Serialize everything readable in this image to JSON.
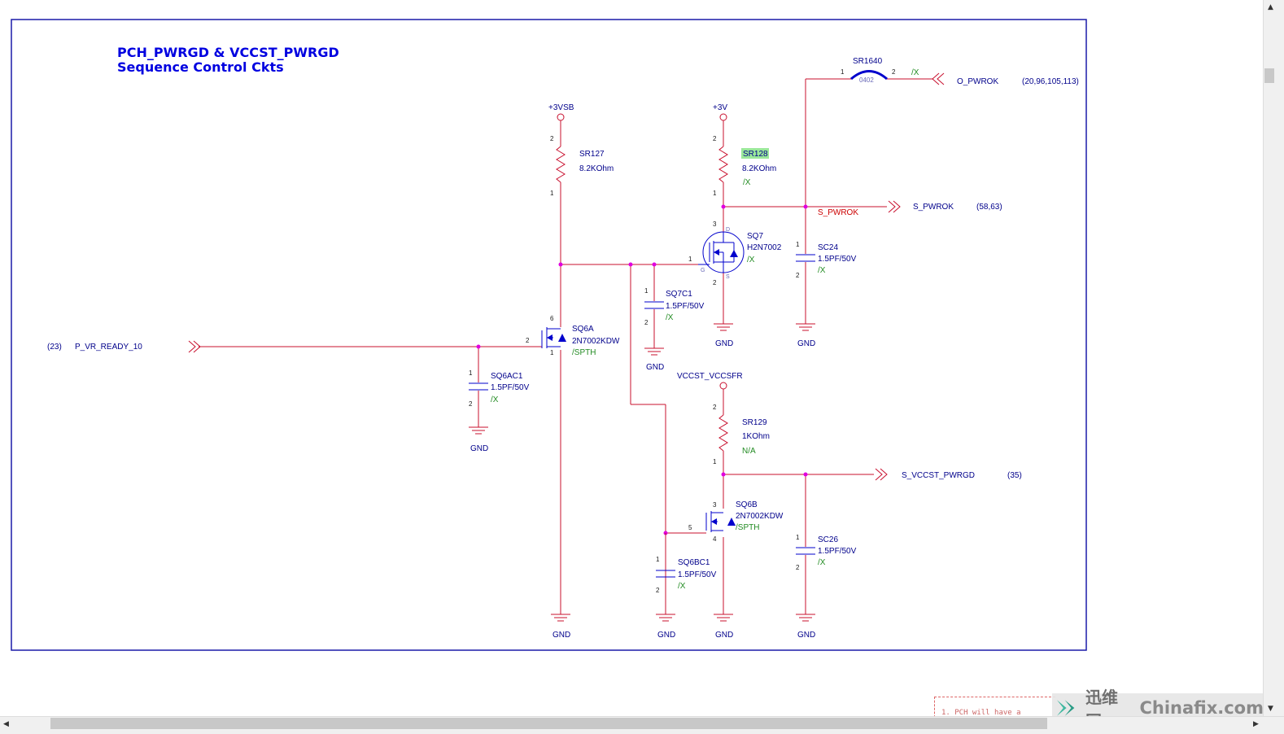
{
  "title_line1": "PCH_PWRGD & VCCST_PWRGD",
  "title_line2": "Sequence Control Ckts",
  "rails": {
    "v3vsb": "+3VSB",
    "v3v": "+3V",
    "vccst": "VCCST_VCCSFR"
  },
  "gnd": "GND",
  "parts": {
    "sr1640": {
      "ref": "SR1640",
      "pkg": "0402",
      "opt": "/X"
    },
    "sr127": {
      "ref": "SR127",
      "value": "8.2KOhm"
    },
    "sr128": {
      "ref": "SR128",
      "value": "8.2KOhm",
      "opt": "/X"
    },
    "sr129": {
      "ref": "SR129",
      "value": "1KOhm",
      "opt": "N/A"
    },
    "sq7": {
      "ref": "SQ7",
      "value": "H2N7002",
      "opt": "/X"
    },
    "sq6a": {
      "ref": "SQ6A",
      "value": "2N7002KDW",
      "opt": "/SPTH"
    },
    "sq6b": {
      "ref": "SQ6B",
      "value": "2N7002KDW",
      "opt": "/SPTH"
    },
    "sc24": {
      "ref": "SC24",
      "value": "1.5PF/50V",
      "opt": "/X"
    },
    "sc26": {
      "ref": "SC26",
      "value": "1.5PF/50V",
      "opt": "/X"
    },
    "sq7c1": {
      "ref": "SQ7C1",
      "value": "1.5PF/50V",
      "opt": "/X"
    },
    "sq6ac1": {
      "ref": "SQ6AC1",
      "value": "1.5PF/50V",
      "opt": "/X"
    },
    "sq6bc1": {
      "ref": "SQ6BC1",
      "value": "1.5PF/50V",
      "opt": "/X"
    }
  },
  "nets": {
    "o_pwrok": {
      "name": "O_PWROK",
      "pages": "(20,96,105,113)"
    },
    "s_pwrok": {
      "name": "S_PWROK",
      "pages": "(58,63)",
      "local": "S_PWROK"
    },
    "s_vccst": {
      "name": "S_VCCST_PWRGD",
      "pages": "(35)"
    },
    "p_vr": {
      "name": "P_VR_READY_10",
      "pages": "(23)"
    }
  },
  "pins": {
    "p1": "1",
    "p2": "2",
    "p3": "3",
    "p4": "4",
    "p5": "5",
    "p6": "6",
    "d": "D",
    "g": "G",
    "s": "S"
  },
  "note_text": "1. PCH will have a",
  "watermark": {
    "cn": "迅维网",
    "en": "Chinafix.com"
  },
  "colors": {
    "wire": "#c8102e",
    "text": "#00008b",
    "option": "#228b22",
    "border": "#0000cc"
  }
}
